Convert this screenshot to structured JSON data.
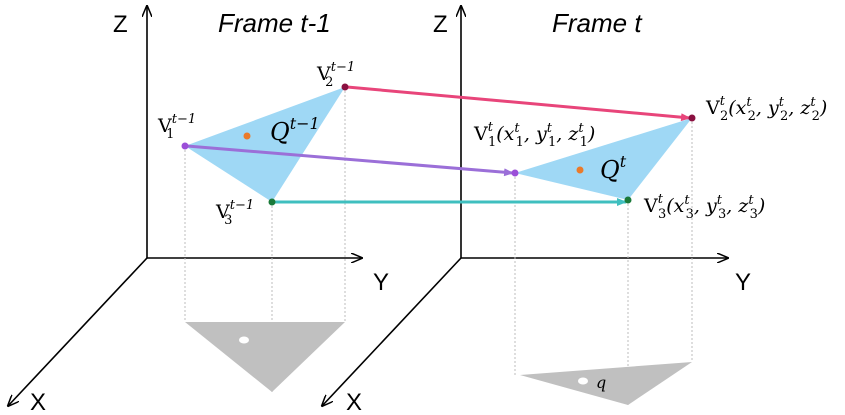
{
  "frames": {
    "prev": {
      "title": "Frame t-1"
    },
    "curr": {
      "title": "Frame t"
    }
  },
  "axes": {
    "z": "Z",
    "y": "Y",
    "x": "X"
  },
  "labels": {
    "v1_prev": {
      "base": "V",
      "sub": "1",
      "sup": "t−1"
    },
    "v2_prev": {
      "base": "V",
      "sub": "2",
      "sup": "t−1"
    },
    "v3_prev": {
      "base": "V",
      "sub": "3",
      "sup": "t−1"
    },
    "q_prev": {
      "base": "Q",
      "sup": "t−1"
    },
    "v1_curr": {
      "base": "V",
      "sub": "1",
      "sup": "t",
      "coords": "(x1t, y1t, z1t)"
    },
    "v2_curr": {
      "base": "V",
      "sub": "2",
      "sup": "t",
      "coords": "(x2t, y2t, z2t)"
    },
    "v3_curr": {
      "base": "V",
      "sub": "3",
      "sup": "t",
      "coords": "(x3t, y3t, z3t)"
    },
    "q_curr": {
      "base": "Q",
      "sup": "t"
    },
    "q_proj": "q"
  },
  "colors": {
    "triangle": "#9fd8f5",
    "projection": "#c0c0c0",
    "arrow_v2": "#e8457a",
    "arrow_v1": "#9b6fd8",
    "arrow_v3": "#3fbfbf",
    "centroid": "#ea7a2a",
    "v1_dot": "#9b4fd8",
    "v2_dot": "#8a1040",
    "v3_dot": "#1a7a3a"
  }
}
